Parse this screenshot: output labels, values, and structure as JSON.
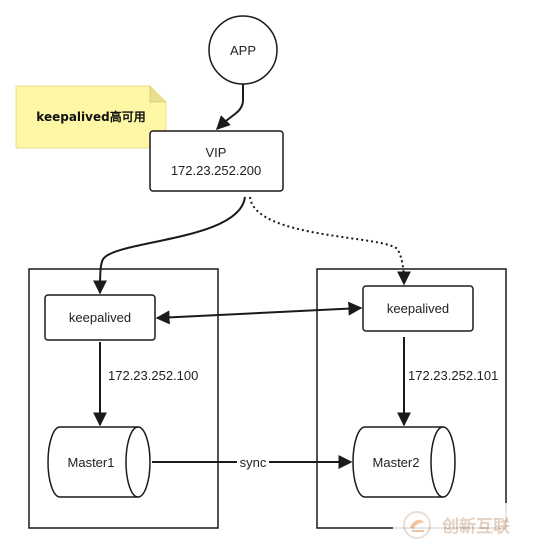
{
  "diagram": {
    "nodes": {
      "app": "APP",
      "vip_title": "VIP",
      "vip_ip": "172.23.252.200",
      "keepalived_left": "keepalived",
      "keepalived_right": "keepalived",
      "master1": "Master1",
      "master2": "Master2"
    },
    "note": "keepalived高可用",
    "edges": {
      "left_ip": "172.23.252.100",
      "right_ip": "172.23.252.101",
      "sync": "sync"
    },
    "colors": {
      "stroke": "#1a1a1a",
      "note_fill": "#fdf7a6",
      "note_fold": "#e8e08a",
      "background": "#ffffff"
    }
  },
  "watermark": {
    "text": "创新互联"
  }
}
